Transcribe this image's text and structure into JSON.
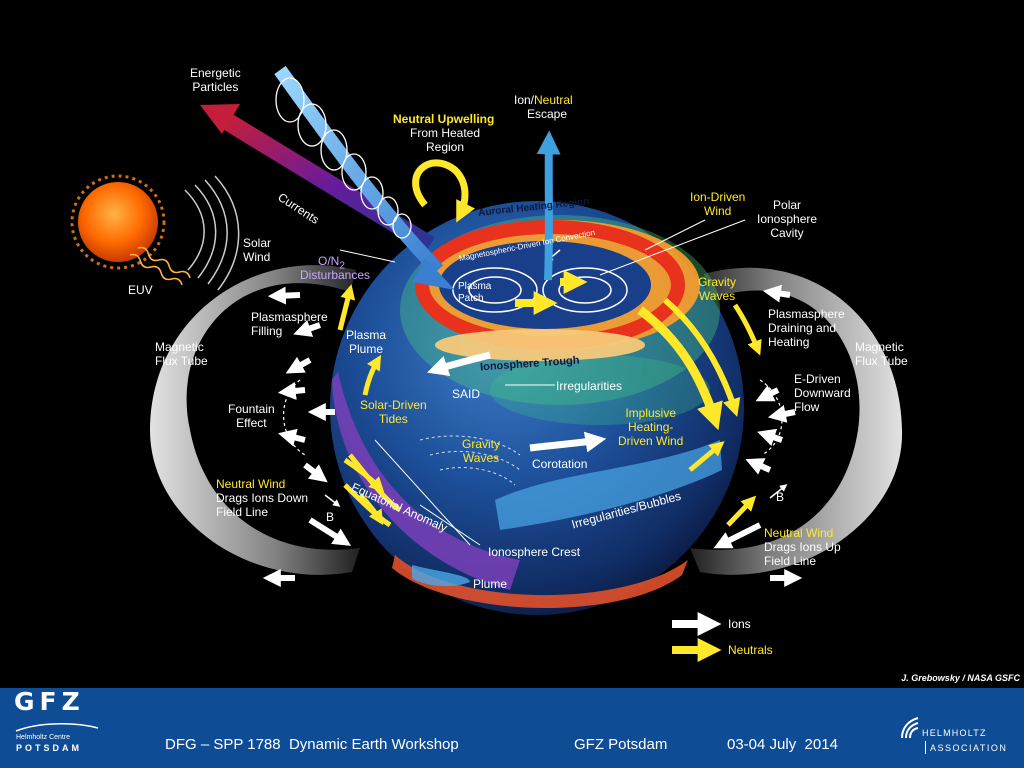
{
  "labels": {
    "energetic_particles": "Energetic\nParticles",
    "currents": "Currents",
    "neutral_upwelling": "Neutral Upwelling",
    "from_heated_region": "From Heated\nRegion",
    "ion_escape_ion": "Ion/",
    "ion_escape_neutral": "Neutral",
    "ion_escape_escape": "Escape",
    "solar_wind": "Solar\nWind",
    "euv": "EUV",
    "on2": "O/N",
    "on2_sub": "2",
    "disturbances": "Disturbances",
    "auroral_heating": "Auroral Heating Region",
    "magneto_convection": "Magnetospheric-Driven Ion Convection",
    "ion_driven_wind": "Ion-Driven\nWind",
    "polar_cavity": "Polar\nIonosphere\nCavity",
    "plasma_patch": "Plasma\nPatch",
    "gravity_waves_right": "Gravity\nWaves",
    "plasmasphere_filling": "Plasmasphere\nFilling",
    "magnetic_flux_tube_left": "Magnetic\nFlux Tube",
    "plasma_plume": "Plasma\nPlume",
    "ionosphere_trough": "Ionosphere Trough",
    "plasmasphere_draining": "Plasmasphere\nDraining and\nHeating",
    "magnetic_flux_tube_right": "Magnetic\nFlux Tube",
    "said": "SAID",
    "irregularities": "Irregularities",
    "e_driven_flow": "E-Driven\nDownward\nFlow",
    "fountain_effect": "Fountain\nEffect",
    "solar_driven_tides": "Solar-Driven\nTides",
    "implusive_wind": "Implusive\nHeating-\nDriven Wind",
    "gravity_waves_center": "Gravity\nWaves",
    "corotation": "Corotation",
    "neutral_wind_down_title": "Neutral Wind",
    "neutral_wind_down_body": "Drags Ions Down\nField Line",
    "b_left": "B",
    "equatorial_anomaly": "Equatorial Anomaly",
    "irregularities_bubbles": "Irregularities/Bubbles",
    "b_right": "B",
    "neutral_wind_up_title": "Neutral Wind",
    "neutral_wind_up_body": "Drags Ions Up\nField Line",
    "ionosphere_crest": "Ionosphere Crest",
    "plume": "Plume"
  },
  "legend": {
    "ions": "Ions",
    "neutrals": "Neutrals"
  },
  "credit": "J. Grebowsky / NASA GSFC",
  "footer": {
    "logo_text": "GFZ",
    "logo_sub1": "Helmholtz Centre",
    "logo_sub2": "POTSDAM",
    "workshop": "DFG – SPP 1788  Dynamic Earth Workshop",
    "location": "GFZ Potsdam",
    "date": "03-04 July  2014",
    "helmholtz1": "HELMHOLTZ",
    "helmholtz2": "ASSOCIATION"
  },
  "colors": {
    "background": "#000000",
    "footer": "#0e4c96",
    "neutral_yellow": "#ffe82a",
    "auroral_red": "#e8321e",
    "ion_white": "#ffffff"
  }
}
